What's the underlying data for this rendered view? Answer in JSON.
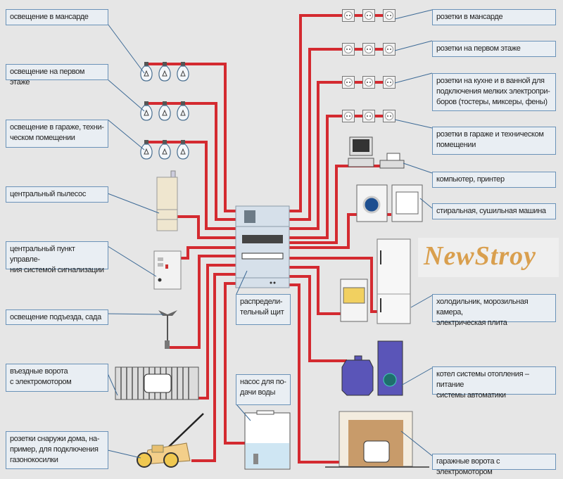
{
  "colors": {
    "background": "#e6e6e6",
    "wire": "#d42a30",
    "label_border": "#6a92b8",
    "label_fill": "#e9eef3",
    "leader": "#3d6a96"
  },
  "watermark": "NewStroy",
  "left_labels": [
    {
      "id": "attic-lighting",
      "text": "освещение в мансарде"
    },
    {
      "id": "first-floor-lighting",
      "text": "освещение на первом этаже"
    },
    {
      "id": "garage-lighting",
      "text": "освещение в гараже, техни-\nческом помещении"
    },
    {
      "id": "central-vacuum",
      "text": "центральный пылесос"
    },
    {
      "id": "alarm-control",
      "text": "центральный пункт управле-\nния системой сигнализации"
    },
    {
      "id": "porch-garden-lighting",
      "text": "освещение подъезда, сада"
    },
    {
      "id": "entrance-gate",
      "text": "въездные ворота\nс электромотором"
    },
    {
      "id": "outdoor-sockets",
      "text": "розетки снаружи дома, на-\nпример, для подключения\nгазонокосилки"
    }
  ],
  "right_labels": [
    {
      "id": "attic-sockets",
      "text": "розетки в мансарде"
    },
    {
      "id": "first-floor-sockets",
      "text": "розетки на первом этаже"
    },
    {
      "id": "kitchen-sockets",
      "text": "розетки на кухне и в ванной для\nподключения мелких электропри-\nборов (тостеры, миксеры, фены)"
    },
    {
      "id": "garage-sockets",
      "text": "розетки в гараже и техническом\nпомещении"
    },
    {
      "id": "computer-printer",
      "text": "компьютер, принтер"
    },
    {
      "id": "washer-dryer",
      "text": "стиральная, сушильная машина"
    },
    {
      "id": "fridge-stove",
      "text": "холодильник, морозильная камера,\nэлектрическая плита"
    },
    {
      "id": "heating-boiler",
      "text": "котел системы отопления – питание\nсистемы автоматики"
    },
    {
      "id": "garage-door",
      "text": "гаражные ворота с электромотором"
    }
  ],
  "center_labels": {
    "panel": "распредели-\nтельный щит",
    "pump": "насос для по-\nдачи воды"
  }
}
